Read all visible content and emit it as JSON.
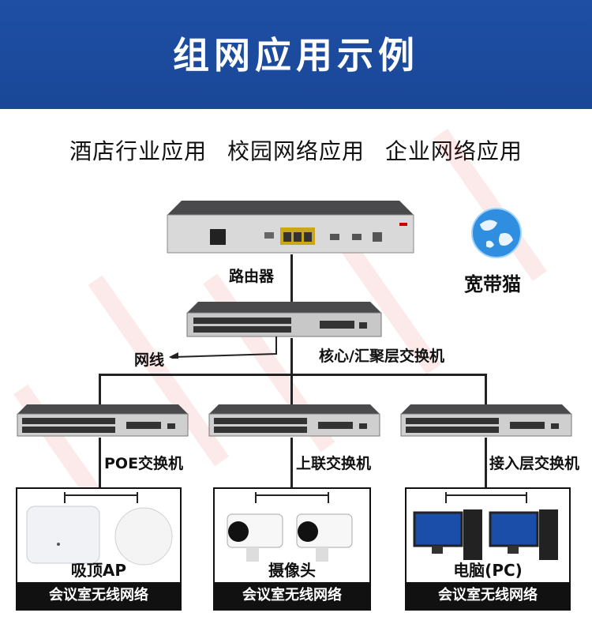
{
  "header": {
    "title": "组网应用示例"
  },
  "subtitle": {
    "items": [
      "酒店行业应用",
      "校园网络应用",
      "企业网络应用"
    ]
  },
  "labels": {
    "router": "路由器",
    "broadband": "宽带猫",
    "core_switch": "核心/汇聚层交换机",
    "cable": "网线",
    "poe_switch": "POE交换机",
    "uplink_switch": "上联交换机",
    "access_switch": "接入层交换机"
  },
  "boxes": [
    {
      "item": "吸顶AP",
      "caption": "会议室无线网络"
    },
    {
      "item": "摄像头",
      "caption": "会议室无线网络"
    },
    {
      "item": "电脑(PC)",
      "caption": "会议室无线网络"
    }
  ],
  "colors": {
    "header_bg": "#1e4fa5",
    "header_text": "#ffffff",
    "caption_bg": "#111111"
  },
  "icons": [
    "globe-icon",
    "router-icon",
    "switch-icon",
    "access-point-icon",
    "camera-icon",
    "pc-icon"
  ]
}
